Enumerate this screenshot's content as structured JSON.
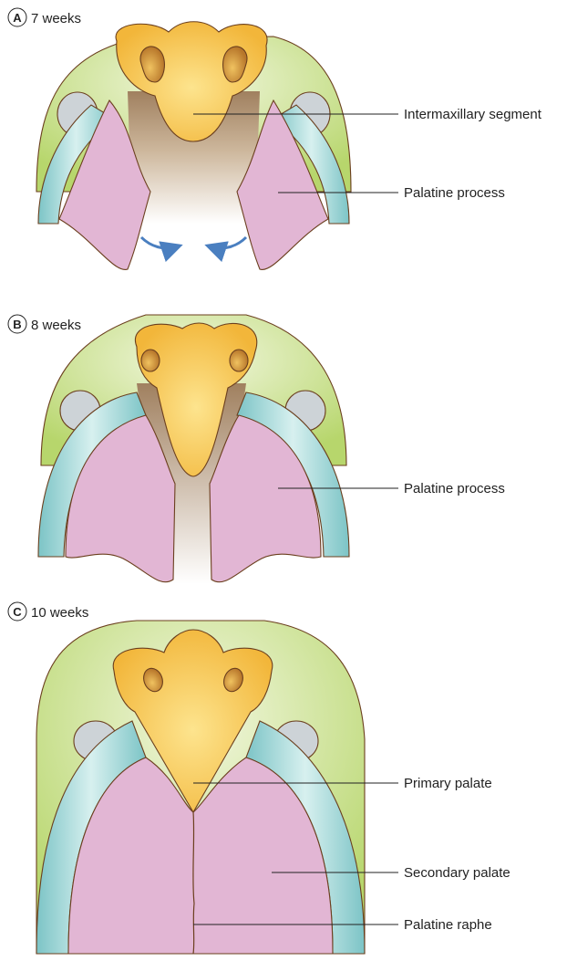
{
  "panels": [
    {
      "badge": "A",
      "title": "7 weeks",
      "labels": [
        "Intermaxillary segment",
        "Palatine process"
      ]
    },
    {
      "badge": "B",
      "title": "8 weeks",
      "labels": [
        "Palatine process"
      ]
    },
    {
      "badge": "C",
      "title": "10 weeks",
      "labels": [
        "Primary palate",
        "Secondary palate",
        "Palatine raphe"
      ]
    }
  ],
  "colors": {
    "maxilla_green": "#c9df8c",
    "nasal_yellow": "#f8cf58",
    "palatine_pink": "#e2b6d4",
    "alveolar_teal": "#9fd6d6",
    "tongue_grey": "#cdd3d7",
    "outline_brown": "#6b3f1e",
    "arrow_blue": "#4a7fc0"
  },
  "arrows": [
    "arrow-left-icon",
    "arrow-right-icon"
  ]
}
